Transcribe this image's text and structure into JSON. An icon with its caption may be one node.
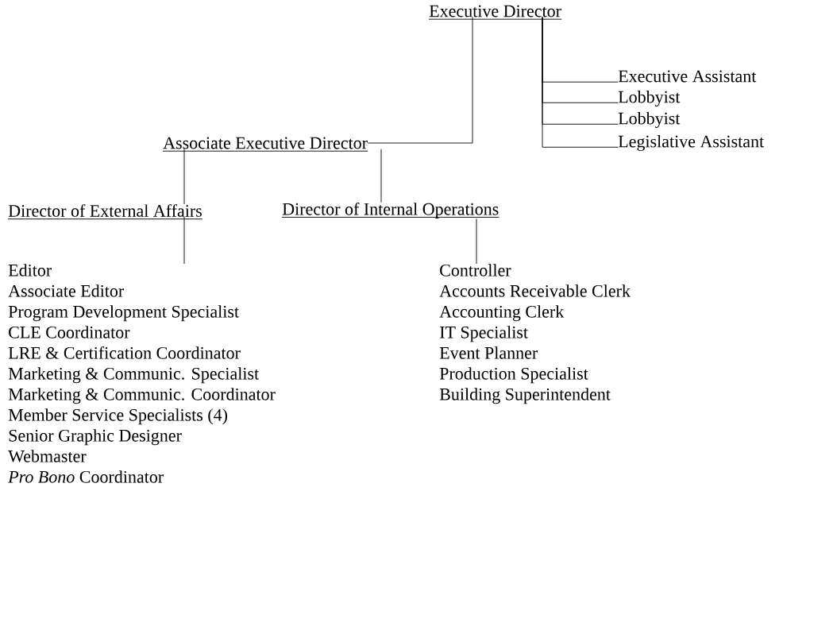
{
  "diagram": {
    "nodes": [
      {
        "text": [
          "Executive Director"
        ]
      },
      {
        "text": [
          "Executive Assistant"
        ]
      },
      {
        "text": [
          "Lobbyist"
        ]
      },
      {
        "text": [
          "Lobbyist"
        ]
      },
      {
        "text": [
          "Legislative Assistant"
        ]
      },
      {
        "text": [
          "Associate Executive Director"
        ]
      },
      {
        "text": [
          "Director of External Affairs"
        ]
      },
      {
        "text": [
          "Director of Internal Operations"
        ]
      },
      {
        "text": [
          "Editor",
          "Associate Editor",
          "Program Development Specialist",
          "CLE Coordinator",
          "LRE & Certification Coordinator",
          "Marketing & Communic. Specialist",
          "Marketing & Communic. Coordinator",
          "Member Service Specialists (4)",
          "Senior Graphic Designer",
          "Webmaster",
          "*Pro Bono* Coordinator"
        ]
      },
      {
        "text": [
          "Controller",
          "Accounts Receivable Clerk",
          "Accounting Clerk",
          "IT Specialist",
          "Event Planner",
          "Production Specialist",
          "Building Superintendent"
        ]
      }
    ],
    "edges": [
      {
        "from": 0,
        "to": 5,
        "arrow": "none"
      },
      {
        "from": 0,
        "to": 1,
        "arrow": "none"
      },
      {
        "from": 0,
        "to": 2,
        "arrow": "none"
      },
      {
        "from": 0,
        "to": 3,
        "arrow": "none"
      },
      {
        "from": 0,
        "to": 4,
        "arrow": "none"
      },
      {
        "from": 5,
        "to": 6,
        "arrow": "none"
      },
      {
        "from": 5,
        "to": 7,
        "arrow": "none"
      },
      {
        "from": 6,
        "to": 8,
        "arrow": "none"
      },
      {
        "from": 7,
        "to": 9,
        "arrow": "none"
      }
    ]
  }
}
